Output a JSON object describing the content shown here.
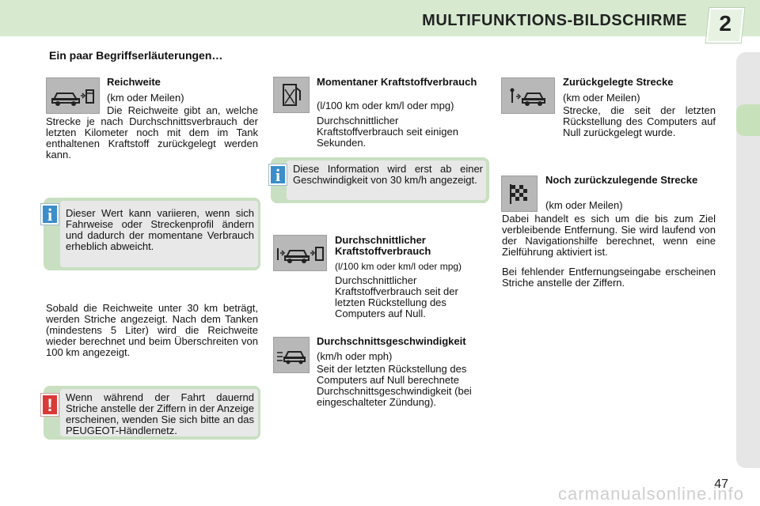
{
  "header": {
    "title": "MULTIFUNKTIONS-BILDSCHIRME",
    "chapter": "2"
  },
  "section": {
    "heading": "Ein paar Begriffserläuterungen…"
  },
  "reichweite": {
    "title": "Reichweite",
    "unit": "(km oder Meilen)",
    "body": "Die Reichweite gibt an, welche Strecke je nach Durchschnittsverbrauch der letzten Kilometer noch mit dem im Tank enthaltenen Kraftstoff zurückgelegt werden kann.",
    "icon": "car-range-fuel-icon"
  },
  "note_variation": "Dieser Wert kann variieren, wenn sich Fahrweise oder Streckenprofil ändern und dadurch der momentane Verbrauch erheblich abweicht.",
  "range_low_text": "Sobald die Reichweite unter 30 km beträgt, werden Striche angezeigt. Nach dem Tanken (mindestens 5 Liter) wird die Reichweite wieder berechnet und beim Überschreiten von 100 km angezeigt.",
  "warning": "Wenn während der Fahrt dauernd Striche anstelle der Ziffern in der Anzeige erscheinen, wenden Sie sich bitte an das PEUGEOT-Händlernetz.",
  "momentan": {
    "title": "Momentaner Kraftstoffverbrauch",
    "unit": "(l/100 km oder km/l oder mpg)",
    "body": "Durchschnittlicher Kraftstoffverbrauch seit einigen Sekunden.",
    "icon": "fuel-pump-icon"
  },
  "note_speed": "Diese Information wird erst ab einer Geschwindigkeit von 30 km/h angezeigt.",
  "durchschnitt_verbrauch": {
    "title": "Durchschnittlicher Kraftstoffverbrauch",
    "unit": "(l/100 km oder km/l oder mpg)",
    "body": "Durchschnittlicher Kraftstoffverbrauch seit der letzten Rückstellung des Computers auf Null.",
    "icon": "average-consumption-icon"
  },
  "geschwindigkeit": {
    "title": "Durchschnittsgeschwindigkeit",
    "unit": "(km/h oder mph)",
    "body": "Seit der letzten Rückstellung des Computers auf Null berechnete Durchschnittsgeschwindigkeit (bei eingeschalteter Zündung).",
    "icon": "speed-car-icon"
  },
  "zurueckgelegt": {
    "title": "Zurückgelegte Strecke",
    "unit": "(km oder Meilen)",
    "body": "Strecke, die seit der letzten Rückstellung des Computers auf Null zurückgelegt wurde.",
    "icon": "distance-travelled-icon"
  },
  "noch": {
    "title": "Noch zurückzulegende Strecke",
    "unit": "(km oder Meilen)",
    "body1": "Dabei handelt es sich um die bis zum Ziel verbleibende Entfernung. Sie wird laufend von der Navigationshilfe berechnet, wenn eine Zielführung aktiviert ist.",
    "body2": "Bei fehlender Entfernungseingabe erscheinen Striche anstelle der Ziffern.",
    "icon": "checkered-flag-icon"
  },
  "page_number": "47",
  "watermark": "carmanualsonline.info",
  "colors": {
    "header": "#d7ead0",
    "info": "#3b8ec9",
    "warning": "#d93a37",
    "note_bg": "#e8e8e8"
  }
}
